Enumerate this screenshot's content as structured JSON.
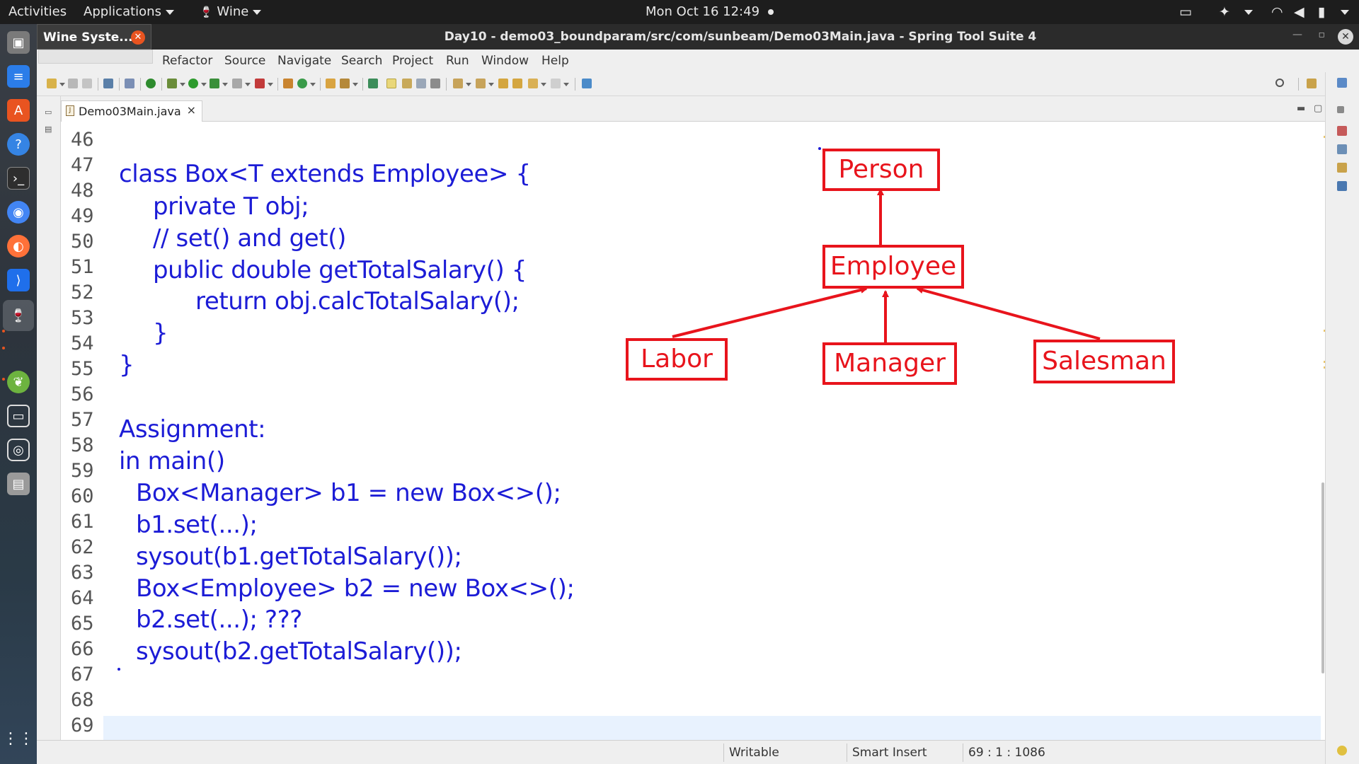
{
  "topbar": {
    "activities": "Activities",
    "applications": "Applications",
    "wine": "Wine",
    "clock": "Mon Oct 16  12:49"
  },
  "wine_window": {
    "label": "Wine Syste...",
    "close_glyph": "✕"
  },
  "window": {
    "title": "Day10 - demo03_boundparam/src/com/sunbeam/Demo03Main.java - Spring Tool Suite 4"
  },
  "menubar": {
    "items": [
      "Refactor",
      "Source",
      "Navigate",
      "Search",
      "Project",
      "Run",
      "Window",
      "Help"
    ]
  },
  "editor_tab": {
    "filename": "Demo03Main.java",
    "close_glyph": "×"
  },
  "editor": {
    "line_numbers": [
      "46",
      "47",
      "48",
      "49",
      "50",
      "51",
      "52",
      "53",
      "54",
      "55",
      "56",
      "57",
      "58",
      "59",
      "60",
      "61",
      "62",
      "63",
      "64",
      "65",
      "66",
      "67",
      "68",
      "69"
    ],
    "code_lines": [
      "class Box<T extends Employee> {",
      "private T obj;",
      "// set() and get()",
      "public double getTotalSalary() {",
      "return obj.calcTotalSalary();",
      "}",
      "}",
      "Assignment:",
      "in main()",
      "Box<Manager> b1 = new Box<>();",
      "b1.set(...);",
      "sysout(b1.getTotalSalary());",
      "Box<Employee> b2 = new Box<>();",
      "b2.set(...); ???",
      "sysout(b2.getTotalSalary());"
    ],
    "code_color": "#1c1cd6"
  },
  "diagram": {
    "color": "#e8141c",
    "nodes": [
      "Person",
      "Employee",
      "Labor",
      "Manager",
      "Salesman"
    ]
  },
  "statusbar": {
    "writable": "Writable",
    "insert_mode": "Smart Insert",
    "position": "69 : 1 : 1086"
  }
}
